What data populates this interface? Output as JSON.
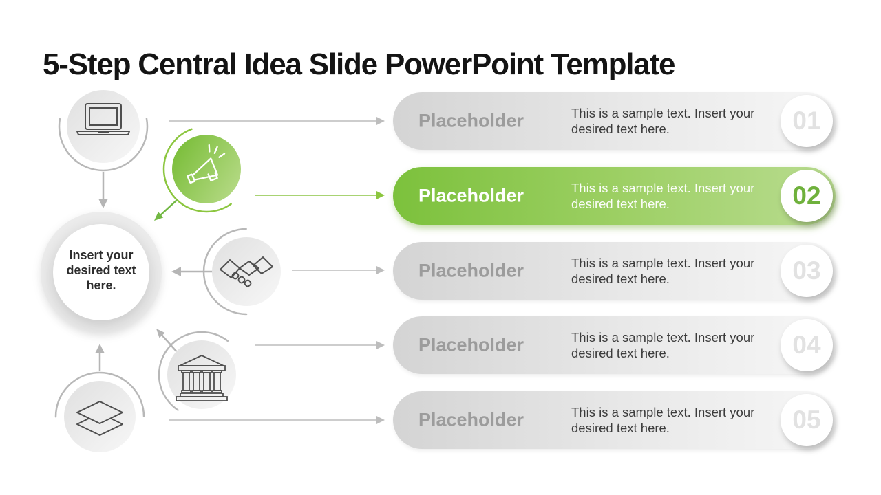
{
  "slide": {
    "title": "5-Step Central Idea Slide PowerPoint Template"
  },
  "colors": {
    "accent_green": "#7cc13c",
    "accent_green_light": "#b9dc90",
    "bar_gray": "#d4d4d4",
    "number_gray": "#e2e2e2",
    "number_green": "#6fb13c",
    "line_gray": "#cdcdcd",
    "icon_stroke": "#4f4f4f"
  },
  "diagram": {
    "center": {
      "lines": [
        "Insert your",
        "desired text",
        "here."
      ]
    },
    "nodes": [
      {
        "icon": "laptop-icon",
        "highlighted": false
      },
      {
        "icon": "megaphone-icon",
        "highlighted": true
      },
      {
        "icon": "handshake-icon",
        "highlighted": false
      },
      {
        "icon": "bank-icon",
        "highlighted": false
      },
      {
        "icon": "layers-icon",
        "highlighted": false
      }
    ]
  },
  "bars": [
    {
      "number": "01",
      "label": "Placeholder",
      "text_line1": "This is a sample text. Insert your",
      "text_line2": "desired text here.",
      "variant": "gray"
    },
    {
      "number": "02",
      "label": "Placeholder",
      "text_line1": "This is a sample text. Insert your",
      "text_line2": "desired text here.",
      "variant": "green"
    },
    {
      "number": "03",
      "label": "Placeholder",
      "text_line1": "This is a sample text. Insert your",
      "text_line2": "desired text here.",
      "variant": "gray"
    },
    {
      "number": "04",
      "label": "Placeholder",
      "text_line1": "This is a sample text. Insert your",
      "text_line2": "desired text here.",
      "variant": "gray"
    },
    {
      "number": "05",
      "label": "Placeholder",
      "text_line1": "This is a sample text. Insert your",
      "text_line2": "desired text here.",
      "variant": "gray"
    }
  ]
}
